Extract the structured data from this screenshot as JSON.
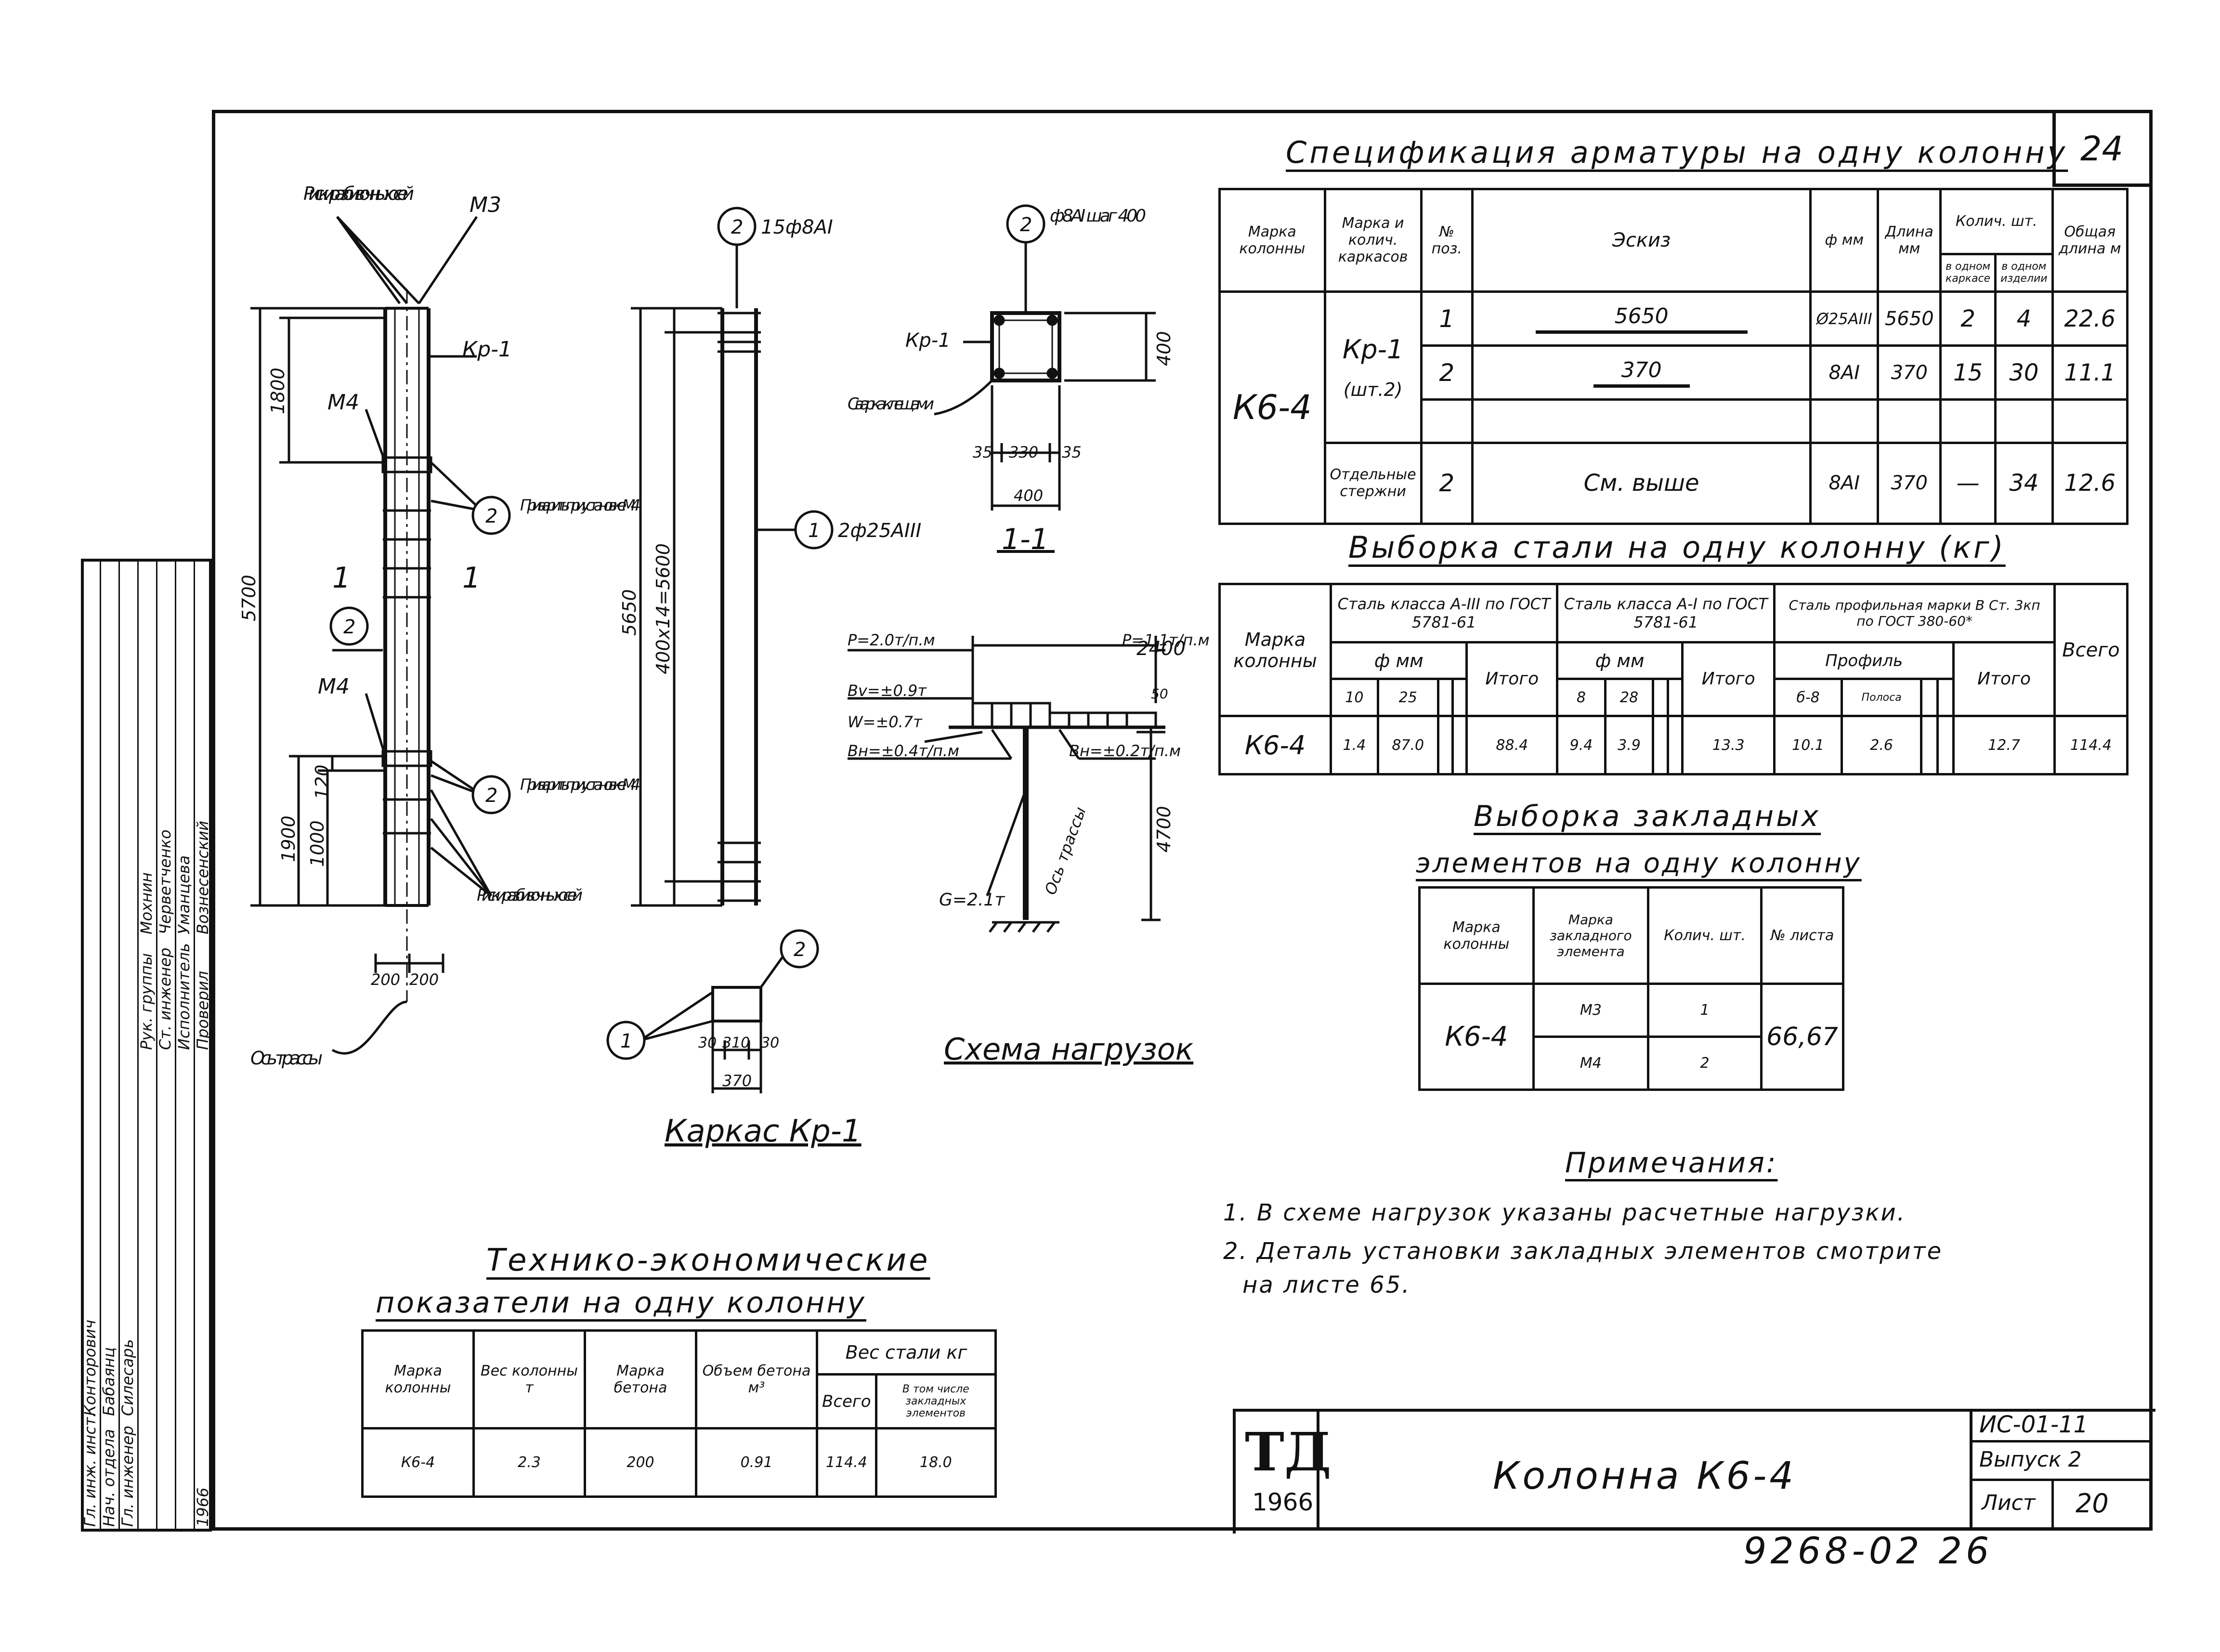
{
  "sheet_number": "24",
  "spec_title": "Спецификация арматуры на одну колонну",
  "spec": {
    "headers": [
      "Марка колонны",
      "Марка и колич. каркасов",
      "№ поз.",
      "Эскиз",
      "ф мм",
      "Длина мм",
      "Колич. шт.",
      "Общая длина м"
    ],
    "subheaders": [
      "в одном каркасе",
      "в одном изделии"
    ],
    "column_mark": "К6-4",
    "frame_mark": "Кр-1",
    "frame_count": "(шт.2)",
    "separate_label": "Отдельные стержни",
    "rows": [
      {
        "pos": "1",
        "sketch": "5650",
        "dia": "Ø25АIII",
        "len": "5650",
        "in_frame": "2",
        "in_item": "4",
        "total": "22.6"
      },
      {
        "pos": "2",
        "sketch": "370",
        "dia": "8АI",
        "len": "370",
        "in_frame": "15",
        "in_item": "30",
        "total": "11.1"
      },
      {
        "pos": "2",
        "sketch": "См. выше",
        "dia": "8АI",
        "len": "370",
        "in_frame": "—",
        "in_item": "34",
        "total": "12.6"
      }
    ]
  },
  "steel_title": "Выборка стали на одну колонну (кг)",
  "steel": {
    "h_mark": "Марка колонны",
    "h_a3": "Сталь класса А-III по ГОСТ 5781-61",
    "h_a1": "Сталь класса А-I по ГОСТ 5781-61",
    "h_prof": "Сталь профильная марки В Ст. 3кп по ГОСТ 380-60*",
    "h_total": "Всего",
    "h_dia": "ф мм",
    "h_profile": "Профиль",
    "h_itogo": "Итого",
    "d1": "10",
    "d2": "25",
    "d3": "8",
    "d4": "28",
    "p1": "б-8",
    "p2": "Полоса",
    "row": {
      "mark": "К6-4",
      "a": "1.4",
      "b": "87.0",
      "a_total": "88.4",
      "c": "9.4",
      "d": "3.9",
      "c_total": "13.3",
      "e": "10.1",
      "f": "2.6",
      "e_total": "12.7",
      "total": "114.4"
    }
  },
  "embed_title_1": "Выборка закладных",
  "embed_title_2": "элементов на одну колонну",
  "embed": {
    "headers": [
      "Марка колонны",
      "Марка закладного элемента",
      "Колич. шт.",
      "№ листа"
    ],
    "mark": "К6-4",
    "rows": [
      {
        "el": "М3",
        "qty": "1"
      },
      {
        "el": "М4",
        "qty": "2"
      }
    ],
    "sheets": "66,67"
  },
  "notes_title": "Примечания:",
  "notes": [
    "1. В схеме нагрузок указаны расчетные нагрузки.",
    "2. Деталь установки закладных элементов смотрите",
    "на листе 65."
  ],
  "tech_title_1": "Технико-экономические",
  "tech_title_2": "показатели на одну колонну",
  "tech": {
    "headers": [
      "Марка колонны",
      "Вес колонны т",
      "Марка бетона",
      "Объем бетона м³",
      "Вес стали кг"
    ],
    "sub": [
      "Всего",
      "В том числе закладных элементов"
    ],
    "row": [
      "К6-4",
      "2.3",
      "200",
      "0.91",
      "114.4",
      "18.0"
    ]
  },
  "frame_title": "Каркас Кр-1",
  "load_title": "Схема нагрузок",
  "section_title": "1-1",
  "stamp": {
    "logo": "ТД",
    "year": "1966",
    "title": "Колонна К6-4",
    "code": "ИС-01-11",
    "issue": "Выпуск 2",
    "sheet_label": "Лист",
    "sheet": "20"
  },
  "archive_number": "9268-02 26",
  "drawing": {
    "risks_label": "Риски разбивочных осей",
    "m3": "М3",
    "m4": "М4",
    "kr1": "Кр-1",
    "weld_label": "Приварить при установке М4",
    "risks_bottom": "Риски разбивочных осей",
    "axis_label": "Ось трассы",
    "dim_1800": "1800",
    "dim_5700": "5700",
    "dim_1900": "1900",
    "dim_1000": "1000",
    "dim_120": "120",
    "dim_200a": "200",
    "dim_200b": "200",
    "bar2": "15ф8АI",
    "bar1": "2ф25АIII",
    "dim_5650": "5650",
    "dim_spacing": "400х14=5600",
    "sec_bar": "ф8АI шаг 400",
    "sec_weld": "Сварка клещами",
    "sec_400v": "400",
    "sec_35a": "35",
    "sec_330": "330",
    "sec_35b": "35",
    "sec_400": "400",
    "bar_30a": "30",
    "bar_310": "310",
    "bar_30b": "30",
    "bar_370": "370",
    "load_2400": "2400",
    "load_p1": "Р=2.0т/п.м",
    "load_p2": "Р=1.1т/п.м",
    "load_bv": "Вv=±0.9т",
    "load_w": "W=±0.7т",
    "load_bh1": "Вн=±0.4т/п.м",
    "load_bh2": "Вн=±0.2т/п.м",
    "load_g": "G=2.1т",
    "load_axis": "Ось трассы",
    "load_4700": "4700",
    "load_50": "50",
    "section_1a": "1",
    "section_1b": "1",
    "pos1": "1",
    "pos2": "2"
  },
  "signatures": {
    "rows": [
      "Гл. инж. инст.",
      "Нач. отдела",
      "Гл. инженер",
      "Рук. группы",
      "Ст. инженер",
      "Исполнитель",
      "Проверил"
    ],
    "names": [
      "Конторович",
      "Бабаянц",
      "Силесарь",
      "Мохнин",
      "Черветченко",
      "Уманцева",
      "Вознесенский"
    ],
    "years": "1966"
  }
}
